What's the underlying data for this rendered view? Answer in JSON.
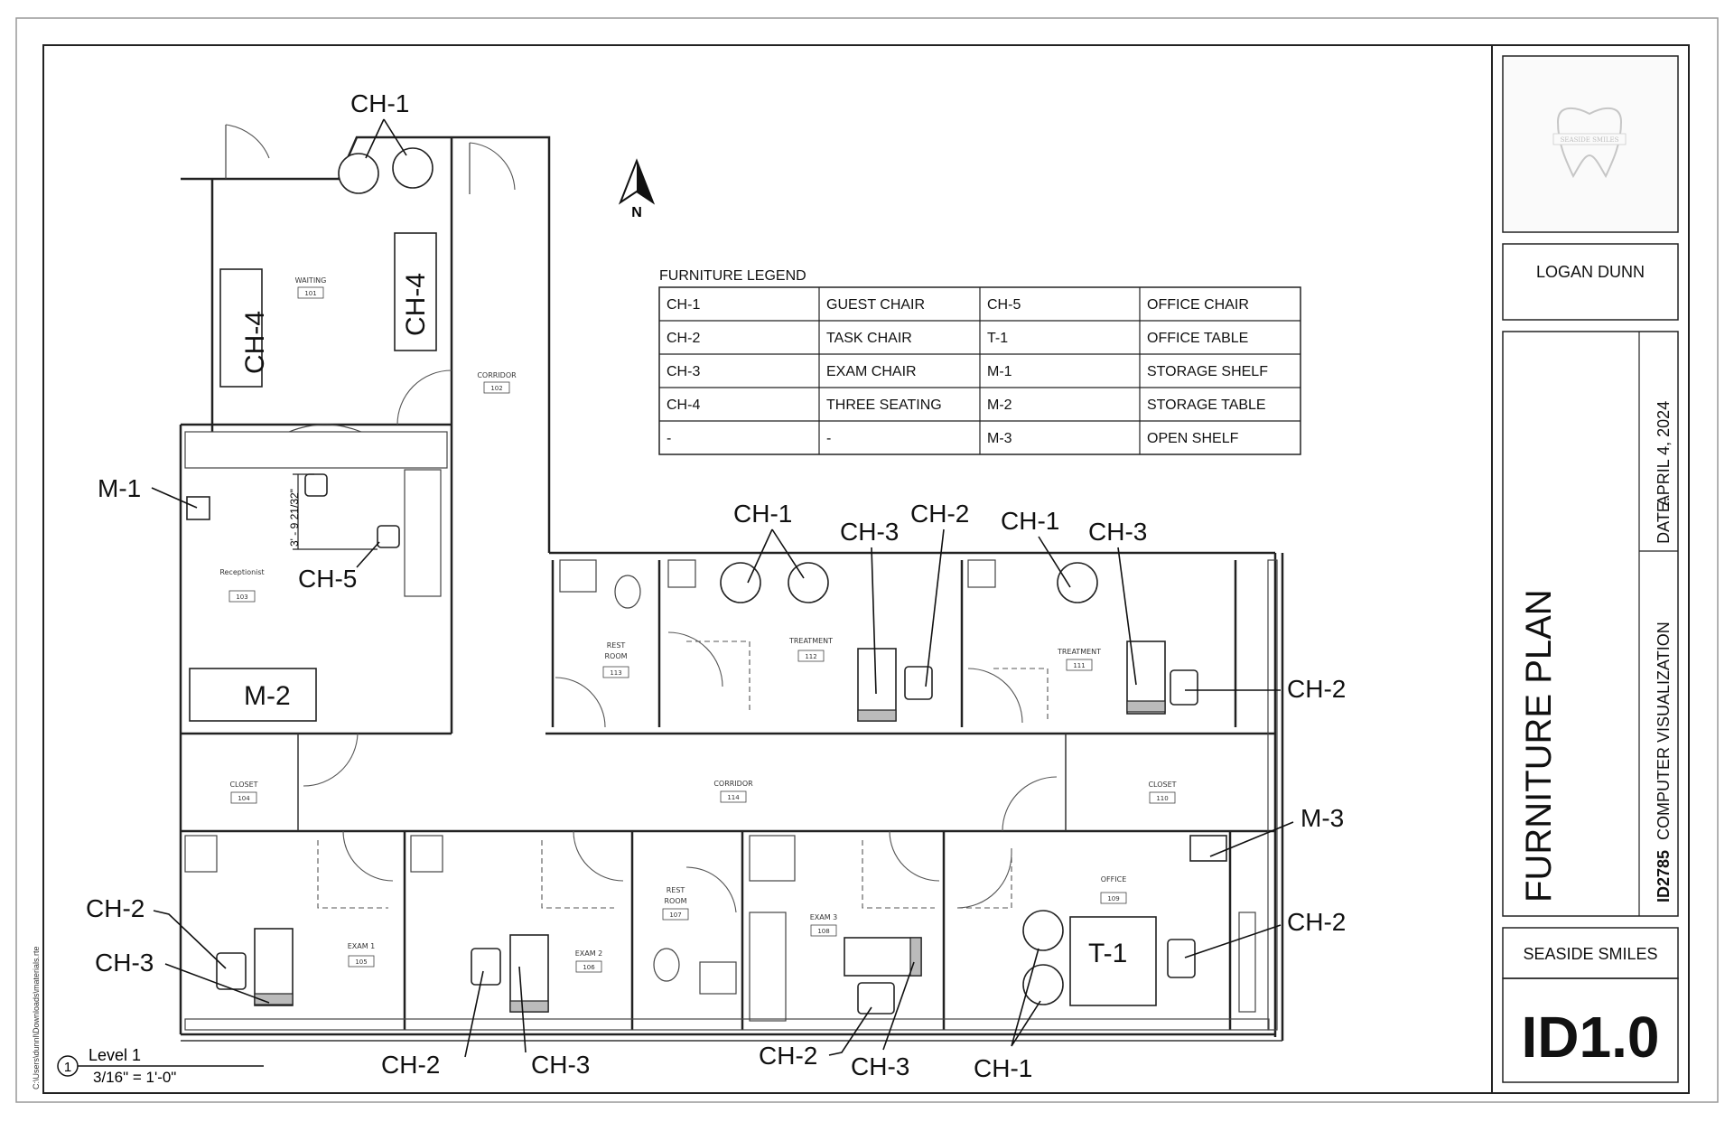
{
  "labels": {
    "ch1": "CH-1",
    "ch2": "CH-2",
    "ch3": "CH-3",
    "ch4": "CH-4",
    "ch5": "CH-5",
    "m1": "M-1",
    "m2": "M-2",
    "m3": "M-3",
    "t1": "T-1"
  },
  "dimension": "3' - 9 21/32\"",
  "north": "N",
  "rooms": {
    "waiting": {
      "name": "WAITING",
      "num": "101"
    },
    "corridor102": {
      "name": "CORRIDOR",
      "num": "102"
    },
    "receptionist": {
      "name": "Receptionist",
      "num": "103"
    },
    "closet104": {
      "name": "CLOSET",
      "num": "104"
    },
    "exam1": {
      "name": "EXAM 1",
      "num": "105"
    },
    "exam2": {
      "name": "EXAM 2",
      "num": "106"
    },
    "restroom107": {
      "name_line1": "REST",
      "name_line2": "ROOM",
      "num": "107"
    },
    "exam3": {
      "name": "EXAM 3",
      "num": "108"
    },
    "office": {
      "name": "OFFICE",
      "num": "109"
    },
    "closet110": {
      "name": "CLOSET",
      "num": "110"
    },
    "treatment111": {
      "name": "TREATMENT",
      "num": "111"
    },
    "treatment112": {
      "name": "TREATMENT",
      "num": "112"
    },
    "restroom113": {
      "name_line1": "REST",
      "name_line2": "ROOM",
      "num": "113"
    },
    "corridor114": {
      "name": "CORRIDOR",
      "num": "114"
    }
  },
  "legend": {
    "title": "FURNITURE LEGEND",
    "rows": [
      [
        "CH-1",
        "GUEST CHAIR",
        "CH-5",
        "OFFICE CHAIR"
      ],
      [
        "CH-2",
        "TASK CHAIR",
        "T-1",
        "OFFICE TABLE"
      ],
      [
        "CH-3",
        "EXAM CHAIR",
        "M-1",
        "STORAGE SHELF"
      ],
      [
        "CH-4",
        "THREE SEATING",
        "M-2",
        "STORAGE TABLE"
      ],
      [
        "-",
        "-",
        "M-3",
        "OPEN SHELF"
      ]
    ]
  },
  "view": {
    "number": "1",
    "title": "Level 1",
    "scale": "3/16\" = 1'-0\""
  },
  "file_path": "C:\\Users\\dunnl\\Downloads\\materials.rte",
  "title_block": {
    "logo_text": "SEASIDE SMILES",
    "designer": "LOGAN DUNN",
    "date_label": "DATE:",
    "date": "APRIL 4, 2024",
    "sheet_title": "FURNITURE PLAN",
    "course_code": "ID2785",
    "course_name": "COMPUTER VISUALIZATION",
    "project": "SEASIDE SMILES",
    "sheet_number": "ID1.0"
  }
}
